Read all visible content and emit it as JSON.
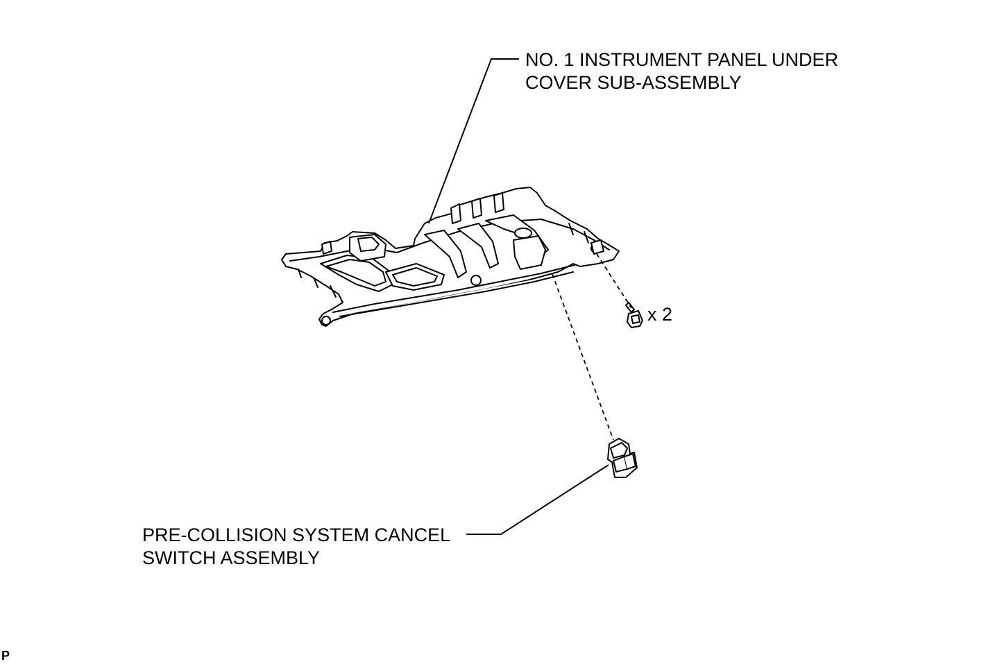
{
  "labels": {
    "cover": {
      "line1": "NO. 1 INSTRUMENT PANEL UNDER",
      "line2": "COVER SUB-ASSEMBLY"
    },
    "switch": {
      "line1": "PRE-COLLISION SYSTEM CANCEL",
      "line2": "SWITCH ASSEMBLY"
    },
    "screw_quantity": "x 2",
    "figure_code": "P"
  }
}
